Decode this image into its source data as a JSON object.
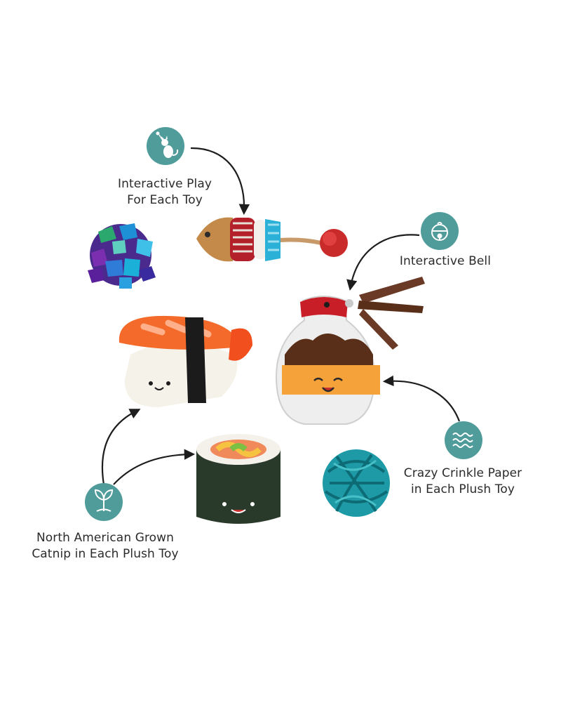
{
  "features": [
    {
      "icon": "cat-play-icon",
      "lines": [
        "Interactive Play",
        "For Each Toy"
      ]
    },
    {
      "icon": "bell-icon",
      "lines": [
        "Interactive Bell"
      ]
    },
    {
      "icon": "wave-icon",
      "lines": [
        "Crazy Crinkle Paper",
        "in Each Plush Toy"
      ]
    },
    {
      "icon": "leaf-sprout-icon",
      "lines": [
        "North American Grown",
        "Catnip in Each Plush Toy"
      ]
    }
  ],
  "colors": {
    "badge": "#4f9c9b",
    "arrow": "#1d1d1d",
    "background": "#ffffff"
  }
}
